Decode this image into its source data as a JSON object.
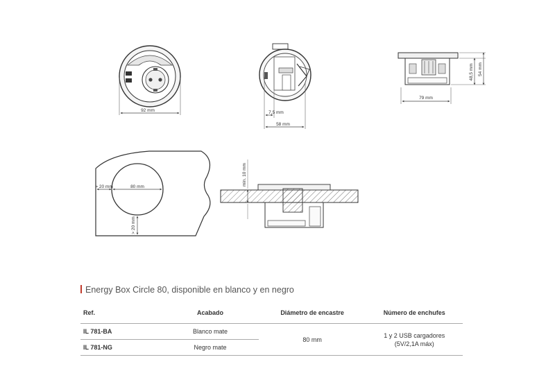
{
  "drawings": {
    "top_view_width": "92 mm",
    "side_view_small": "7,5 mm",
    "side_view_width": "58 mm",
    "profile_width": "79 mm",
    "profile_height_inner": "48,5 mm",
    "profile_height_outer": "54 mm",
    "cutout_diameter": "80 mm",
    "cutout_margin_left": "> 20 mm",
    "cutout_margin_bottom": "> 20 mm",
    "min_thickness": "min. 10 mm"
  },
  "section": {
    "title": "Energy Box Circle 80, disponible en blanco y en negro",
    "accent_color": "#c0392b"
  },
  "table": {
    "headers": [
      "Ref.",
      "Acabado",
      "Diámetro de encastre",
      "Número de enchufes"
    ],
    "rows": [
      {
        "ref": "IL 781-BA",
        "finish": "Blanco mate"
      },
      {
        "ref": "IL 781-NG",
        "finish": "Negro mate"
      }
    ],
    "diameter": "80 mm",
    "sockets_line1": "1 y 2 USB cargadores",
    "sockets_line2": "(5V/2,1A máx)"
  }
}
